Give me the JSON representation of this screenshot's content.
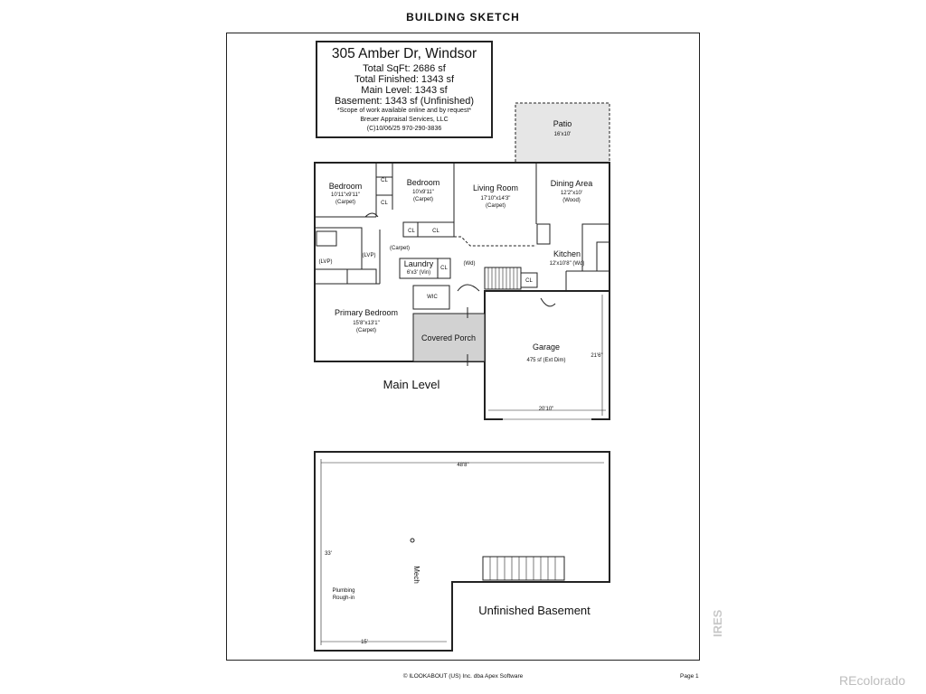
{
  "header": {
    "title": "BUILDING SKETCH"
  },
  "info": {
    "address": "305 Amber Dr, Windsor",
    "total_sqft": "Total SqFt: 2686 sf",
    "total_finished": "Total Finished: 1343 sf",
    "main_level": "Main Level: 1343 sf",
    "basement": "Basement: 1343 sf (Unfinished)",
    "scope": "*Scope of work available online and by request*",
    "company": "Breuer Appraisal Services, LLC",
    "copyright_phone": "(C)10/06/25   970-290-3836"
  },
  "main_level": {
    "label": "Main Level",
    "patio": {
      "name": "Patio",
      "dim": "16'x10'"
    },
    "bedroom1": {
      "name": "Bedroom",
      "dim": "10'11\"x9'11\"",
      "floor": "(Carpet)"
    },
    "bedroom2": {
      "name": "Bedroom",
      "dim": "10'x9'11\"",
      "floor": "(Carpet)"
    },
    "living": {
      "name": "Living Room",
      "dim": "17'10\"x14'3\"",
      "floor": "(Carpet)"
    },
    "dining": {
      "name": "Dining Area",
      "dim": "12'2\"x10'",
      "floor": "(Wood)"
    },
    "kitchen": {
      "name": "Kitchen",
      "dim": "12'x10'8\" (Wd)"
    },
    "laundry": {
      "name": "Laundry",
      "dim": "6'x3' (Vin)"
    },
    "primary": {
      "name": "Primary Bedroom",
      "dim": "15'8\"x13'1\"",
      "floor": "(Carpet)"
    },
    "porch": {
      "name": "Covered Porch"
    },
    "garage": {
      "name": "Garage",
      "area": "475 sf (Ext Dim)",
      "width": "20'10\"",
      "depth": "21'6\""
    },
    "closet": "CL",
    "walkin": "WIC",
    "hall_floor": "(Carpet)",
    "lvp": "(LVP)",
    "wd": "(Wd)"
  },
  "basement_level": {
    "label": "Unfinished Basement",
    "width": "48'8\"",
    "depth": "33'",
    "bottom_width": "15'",
    "mech": "Mech",
    "plumbing1": "Plumbing",
    "plumbing2": "Rough-in"
  },
  "footer": {
    "copyright": "© ILOOKABOUT (US) Inc. dba Apex Software",
    "page": "Page 1"
  },
  "watermark": {
    "ires": "IRES",
    "brand": "REcolorado"
  },
  "colors": {
    "line": "#222222",
    "porch_fill": "#d2d2d2",
    "patio_fill": "#e6e6e6",
    "watermark": "#c8c8c8"
  }
}
